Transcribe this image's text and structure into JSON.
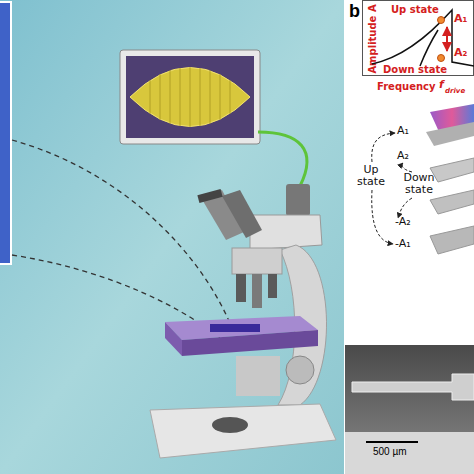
{
  "diagram": {
    "nodes": [
      {
        "text": [
          "Up state",
          "A₁",
          "A₂",
          "Down state",
          "Amplitude A",
          "Frequency",
          "f",
          "drive"
        ]
      },
      {
        "text": [
          "500 µm"
        ]
      }
    ],
    "labels": [
      "b",
      "A₁",
      "A₂",
      "Up state",
      "Down state",
      "-A₂",
      "-A₁"
    ]
  }
}
